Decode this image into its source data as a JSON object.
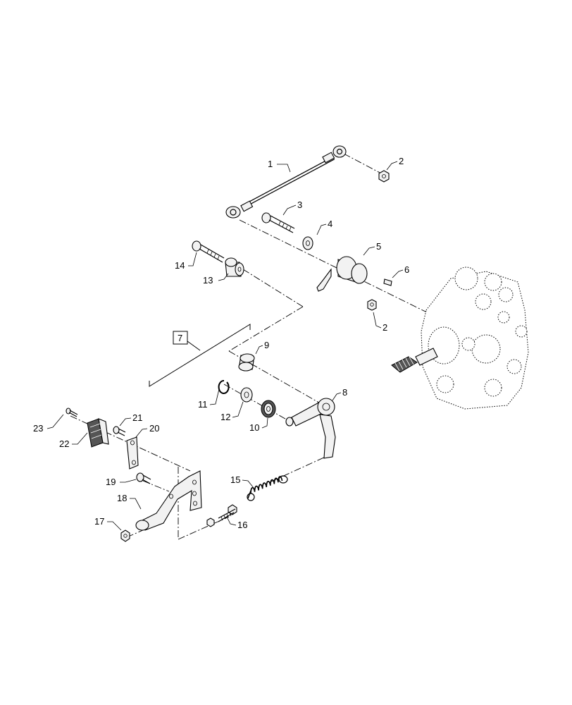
{
  "callouts": {
    "c1": "1",
    "c2a": "2",
    "c2b": "2",
    "c3": "3",
    "c4": "4",
    "c5": "5",
    "c6": "6",
    "c7": "7",
    "c8": "8",
    "c9": "9",
    "c10": "10",
    "c11": "11",
    "c12": "12",
    "c13": "13",
    "c14": "14",
    "c15": "15",
    "c16": "16",
    "c17": "17",
    "c18": "18",
    "c19": "19",
    "c20": "20",
    "c21": "21",
    "c22": "22",
    "c23": "23"
  },
  "colors": {
    "line": "#000000",
    "background": "#ffffff",
    "part_fill": "#f2f2f2"
  }
}
